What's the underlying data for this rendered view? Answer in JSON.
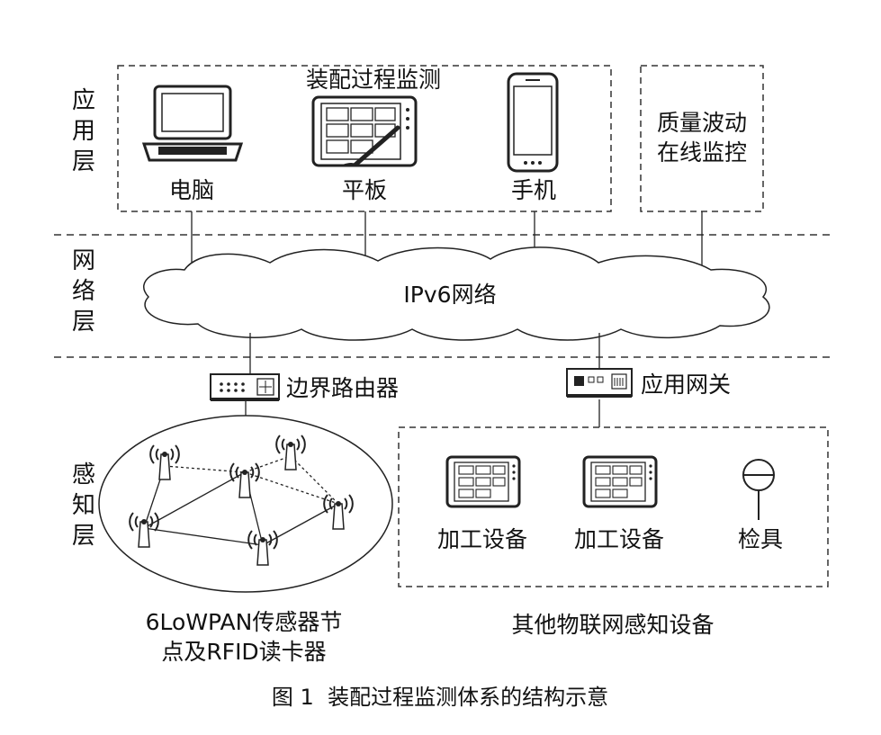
{
  "layers": {
    "application": "应用层",
    "network": "网络层",
    "perception": "感知层"
  },
  "app_group": {
    "title": "装配过程监测",
    "devices": [
      "电脑",
      "平板",
      "手机"
    ]
  },
  "quality_box": {
    "line1": "质量波动",
    "line2": "在线监控"
  },
  "cloud_label": "IPv6网络",
  "border_router": "边界路由器",
  "app_gateway": "应用网关",
  "equipment": [
    "加工设备",
    "加工设备",
    "检具"
  ],
  "sensor_caption": {
    "line1": "6LoWPAN传感器节",
    "line2": "点及RFID读卡器"
  },
  "iot_caption": "其他物联网感知设备",
  "figure_caption": "图 1  装配过程监测体系的结构示意"
}
